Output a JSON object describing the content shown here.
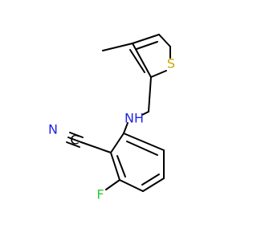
{
  "molecule": {
    "atoms": {
      "sulfur": {
        "label": "S",
        "color": "#c8a800"
      },
      "amine": {
        "label": "NH",
        "color": "#2323e8"
      },
      "nitrile_n": {
        "label": "N",
        "color": "#2323e8"
      },
      "nitrile_c": {
        "label": "C",
        "color": "#000000"
      },
      "fluorine": {
        "label": "F",
        "color": "#32c832"
      }
    }
  }
}
